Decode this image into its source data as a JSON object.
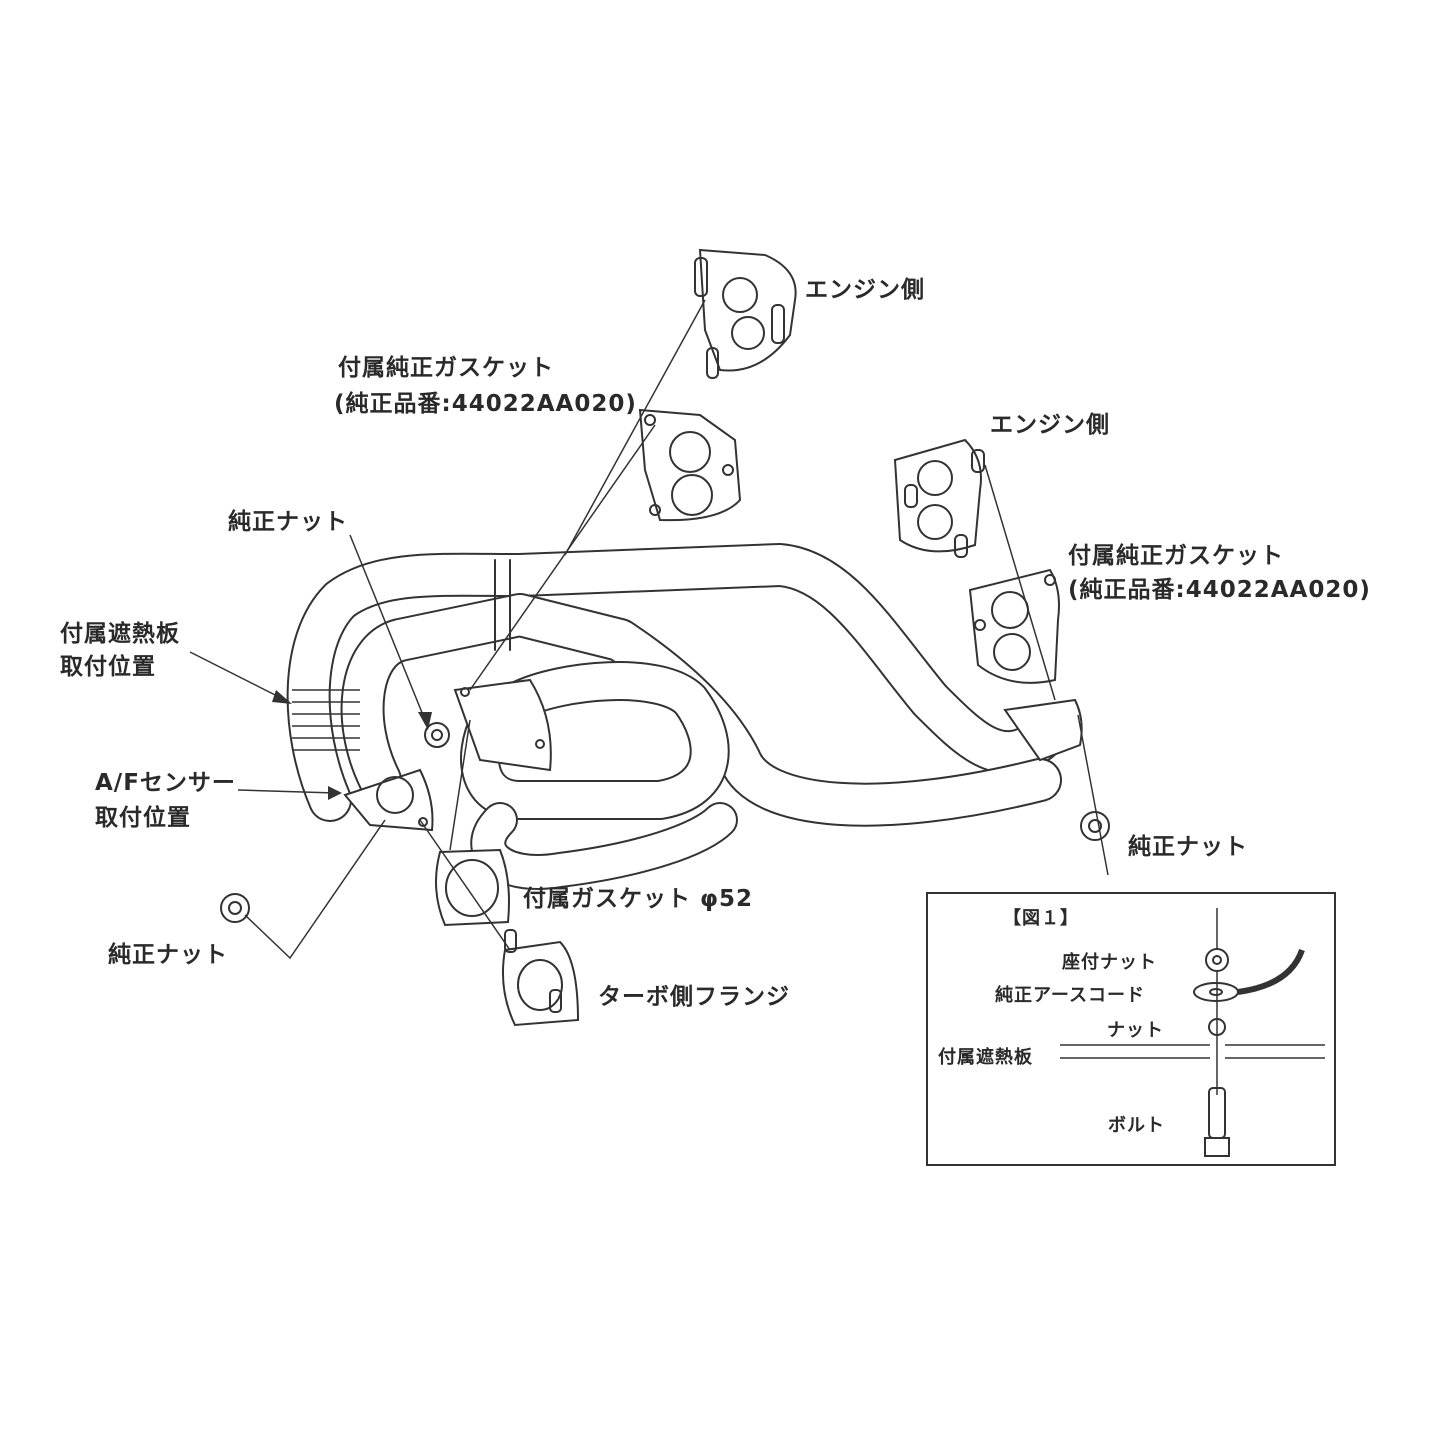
{
  "labels": {
    "engine_side_1": "エンジン側",
    "engine_side_2": "エンジン側",
    "gasket_1_name": "付属純正ガスケット",
    "gasket_1_part": "(純正品番:44022AA020)",
    "gasket_2_name": "付属純正ガスケット",
    "gasket_2_part": "(純正品番:44022AA020)",
    "oem_nut_1": "純正ナット",
    "oem_nut_2": "純正ナット",
    "oem_nut_3": "純正ナット",
    "heat_shield_1": "付属遮熱板",
    "heat_shield_2": "取付位置",
    "af_sensor_1": "A/Fセンサー",
    "af_sensor_2": "取付位置",
    "gasket_52": "付属ガスケット φ52",
    "turbo_flange": "ターボ側フランジ"
  },
  "figure1": {
    "title": "【図１】",
    "flange_nut": "座付ナット",
    "ground_cord": "純正アースコード",
    "nut": "ナット",
    "heat_shield": "付属遮熱板",
    "bolt": "ボルト"
  }
}
